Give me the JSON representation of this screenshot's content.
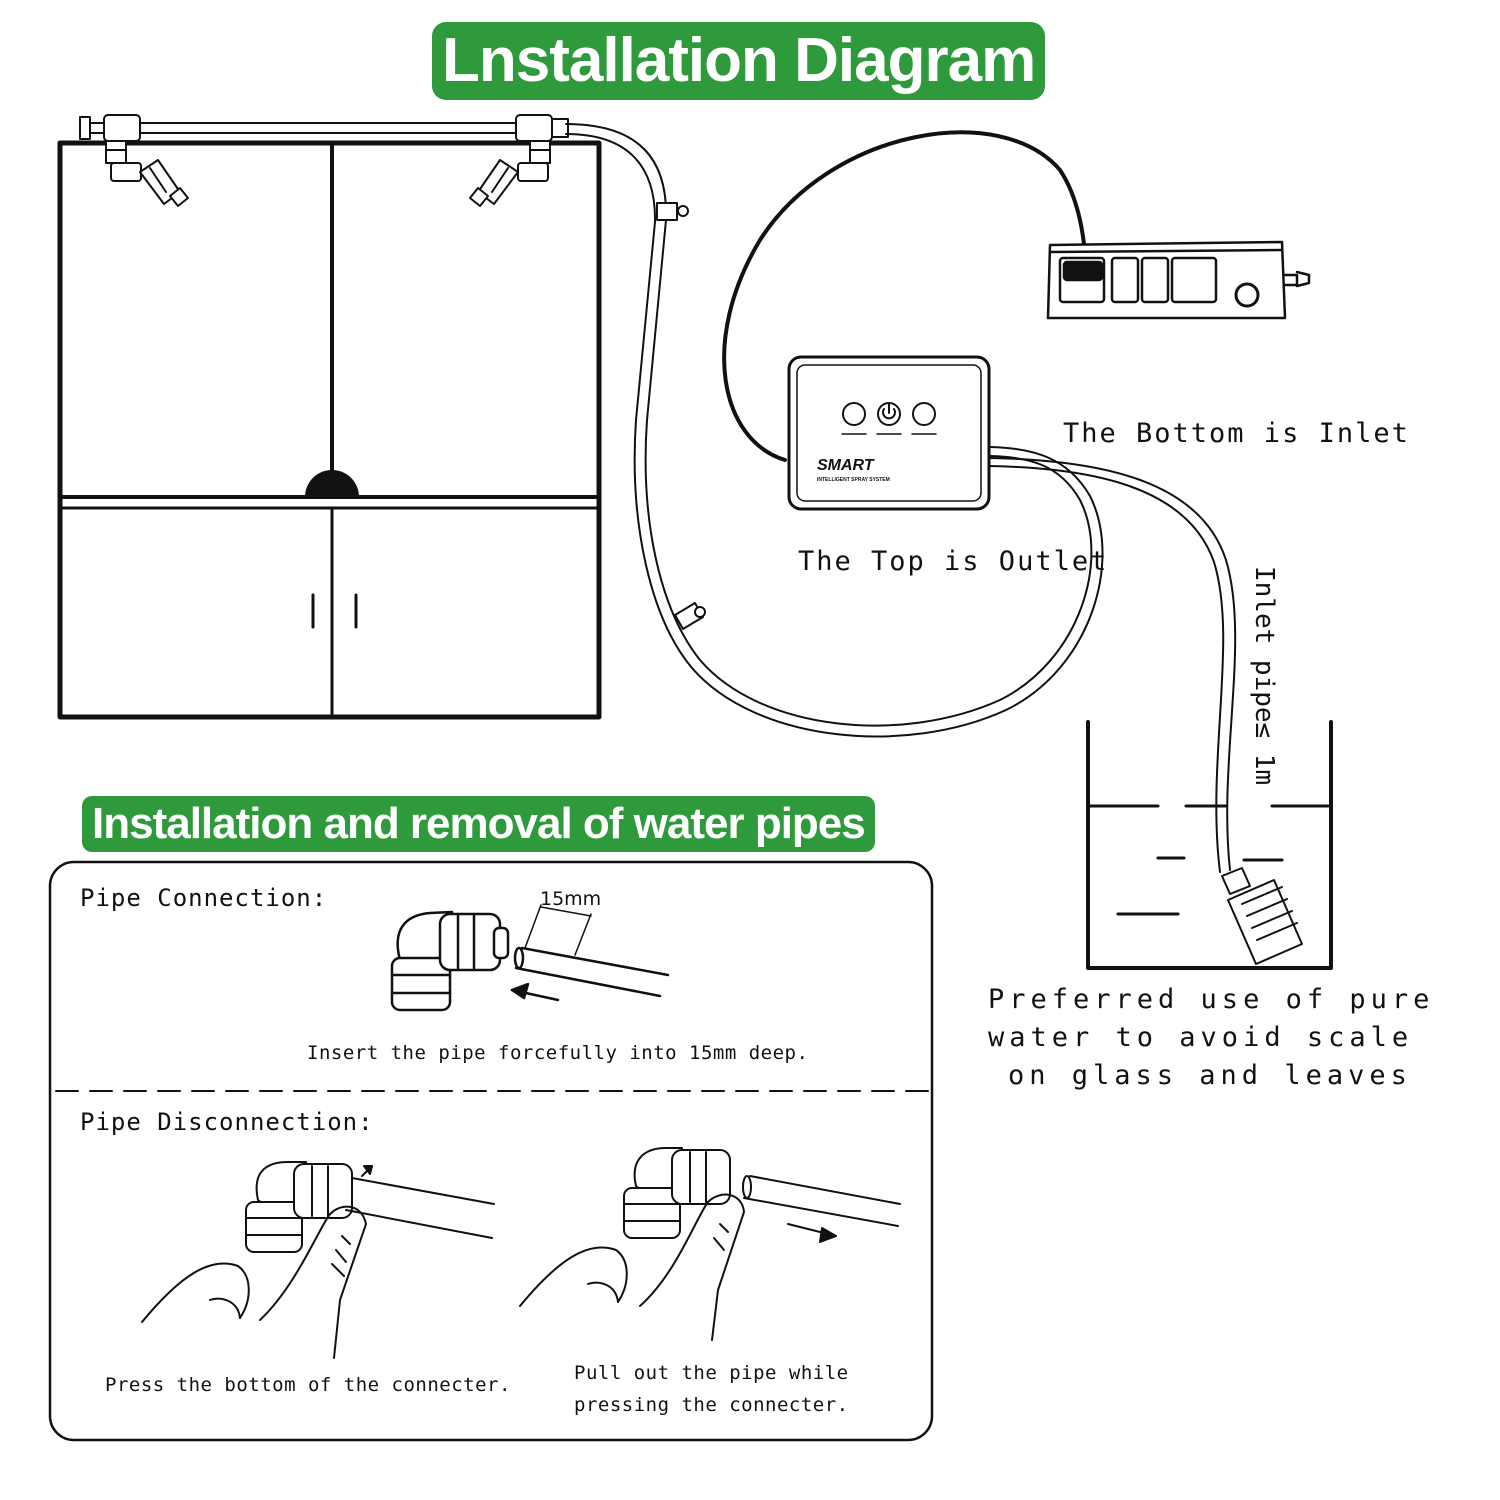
{
  "titles": {
    "main": "Lnstallation Diagram",
    "sub": "Installation and removal of water pipes"
  },
  "device": {
    "brand": "SMART",
    "tagline": "INTELLIGENT SPRAY SYSTEM"
  },
  "labels": {
    "bottom_inlet": "The Bottom is Inlet",
    "top_outlet": "The Top is Outlet",
    "inlet_pipe": "Inlet pipe≤ 1m",
    "water_note": [
      "Preferred use of pure",
      "water to avoid scale",
      "on glass and leaves"
    ]
  },
  "instructions": {
    "connection_title": "Pipe Connection:",
    "connection_dim": "15mm",
    "connection_text": "Insert the pipe forcefully into 15mm deep.",
    "disconnection_title": "Pipe Disconnection:",
    "press_text": "Press the bottom of the connecter.",
    "pull_text_line1": "Pull out the pipe while",
    "pull_text_line2": "pressing the connecter."
  },
  "colors": {
    "title_green": "#2f9a3b",
    "line": "#111111"
  }
}
